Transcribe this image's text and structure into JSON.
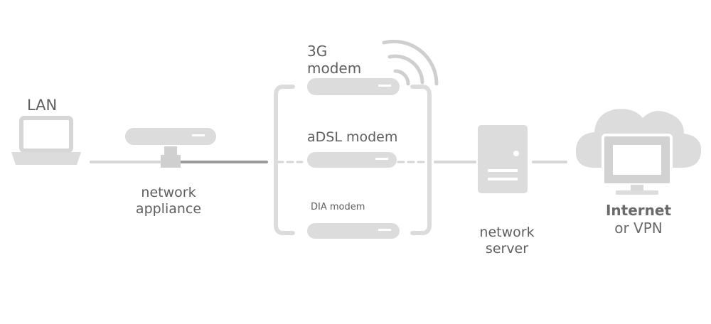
{
  "labels": {
    "lan": "LAN",
    "network_appliance": "network\nappliance",
    "modem_3g": "3G\nmodem",
    "adsl_modem": "aDSL modem",
    "dia_modem": "DIA modem",
    "network_server": "network\nserver",
    "internet": "Internet",
    "or_vpn": "or VPN"
  },
  "colors": {
    "device": "#dcdcdc",
    "line": "#cfcfcf",
    "dark_line": "#9a9a9a",
    "text": "#5f5f5f",
    "screen": "#ffffff"
  },
  "icons": [
    "laptop-icon",
    "router-icon",
    "wifi-signal-icon",
    "modem-icon",
    "server-icon",
    "cloud-icon",
    "monitor-icon"
  ]
}
